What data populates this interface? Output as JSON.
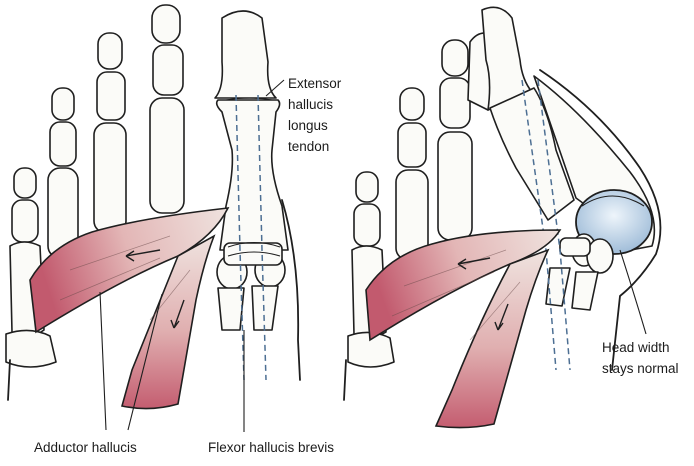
{
  "labels": {
    "extensor": [
      "Extensor",
      "hallucis",
      "longus",
      "tendon"
    ],
    "head_width": [
      "Head width",
      "stays normal"
    ],
    "adductor": "Adductor hallucis",
    "flexor": "Flexor hallucis brevis"
  },
  "colors": {
    "muscle_light": "#efe3df",
    "muscle_dark": "#c25a6e",
    "tendon_dash": "#4d6f93",
    "cartilage_blue": "#c9dcef"
  },
  "panels": [
    "normal-foot-illustration",
    "bunion-foot-illustration"
  ]
}
